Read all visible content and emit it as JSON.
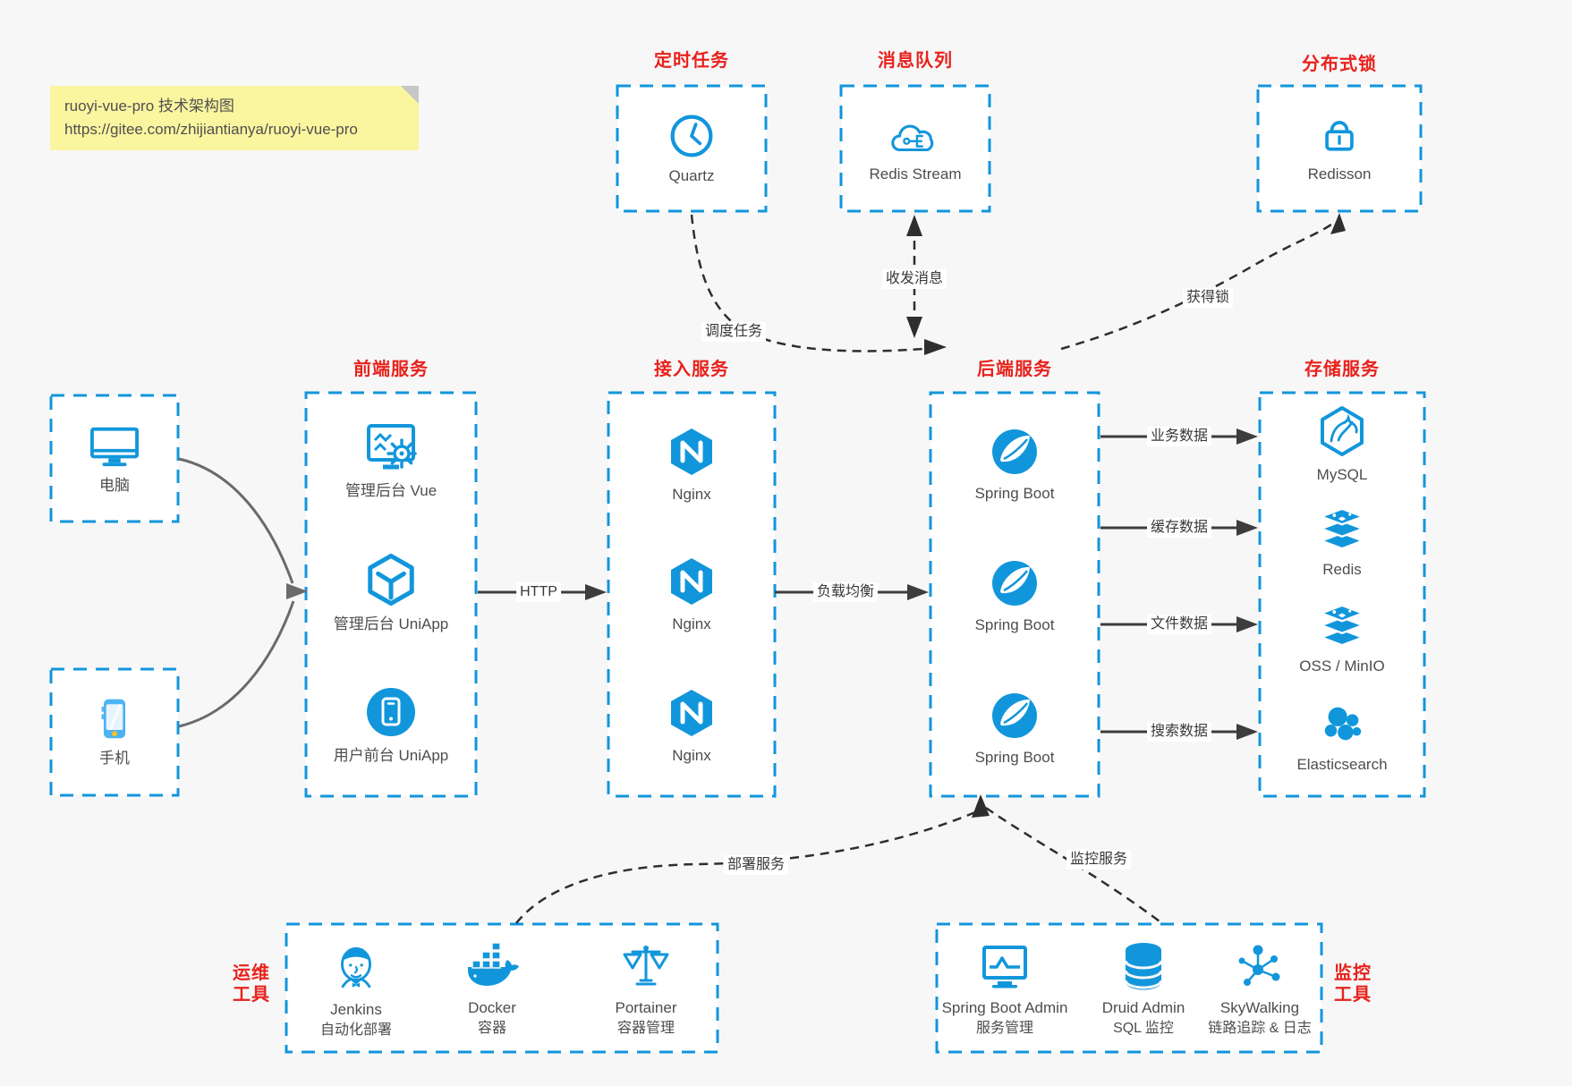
{
  "note": {
    "line1": "ruoyi-vue-pro 技术架构图",
    "line2": "https://gitee.com/zhijiantianya/ruoyi-vue-pro"
  },
  "colors": {
    "accent_blue": "#1296db",
    "accent_red": "#e8221c",
    "arrow_dark": "#3d3d3d",
    "note_bg": "#faf59f"
  },
  "top_groups": [
    {
      "title": "定时任务",
      "item": "Quartz",
      "icon": "clock-icon"
    },
    {
      "title": "消息队列",
      "item": "Redis Stream",
      "icon": "cloud-mq-icon"
    },
    {
      "title": "分布式锁",
      "item": "Redisson",
      "icon": "lock-icon"
    }
  ],
  "clients": [
    {
      "label": "电脑",
      "icon": "desktop-icon"
    },
    {
      "label": "手机",
      "icon": "smartphone-icon"
    }
  ],
  "columns": {
    "frontend": {
      "title": "前端服务",
      "items": [
        "管理后台 Vue",
        "管理后台 UniApp",
        "用户前台 UniApp"
      ]
    },
    "access": {
      "title": "接入服务",
      "items": [
        "Nginx",
        "Nginx",
        "Nginx"
      ]
    },
    "backend": {
      "title": "后端服务",
      "items": [
        "Spring Boot",
        "Spring Boot",
        "Spring Boot"
      ]
    },
    "storage": {
      "title": "存储服务",
      "items": [
        "MySQL",
        "Redis",
        "OSS / MinIO",
        "Elasticsearch"
      ]
    }
  },
  "edges": {
    "http": "HTTP",
    "lb": "负载均衡",
    "schedule": "调度任务",
    "mq": "收发消息",
    "lock": "获得锁",
    "data": [
      "业务数据",
      "缓存数据",
      "文件数据",
      "搜索数据"
    ],
    "deploy": "部署服务",
    "monitor": "监控服务"
  },
  "bottom_groups": {
    "ops": {
      "side_label": [
        "运维",
        "工具"
      ],
      "items": [
        {
          "name": "Jenkins",
          "desc": "自动化部署"
        },
        {
          "name": "Docker",
          "desc": "容器"
        },
        {
          "name": "Portainer",
          "desc": "容器管理"
        }
      ]
    },
    "monitoring": {
      "side_label": [
        "监控",
        "工具"
      ],
      "items": [
        {
          "name": "Spring Boot Admin",
          "desc": "服务管理"
        },
        {
          "name": "Druid Admin",
          "desc": "SQL 监控"
        },
        {
          "name": "SkyWalking",
          "desc": "链路追踪 & 日志"
        }
      ]
    }
  }
}
